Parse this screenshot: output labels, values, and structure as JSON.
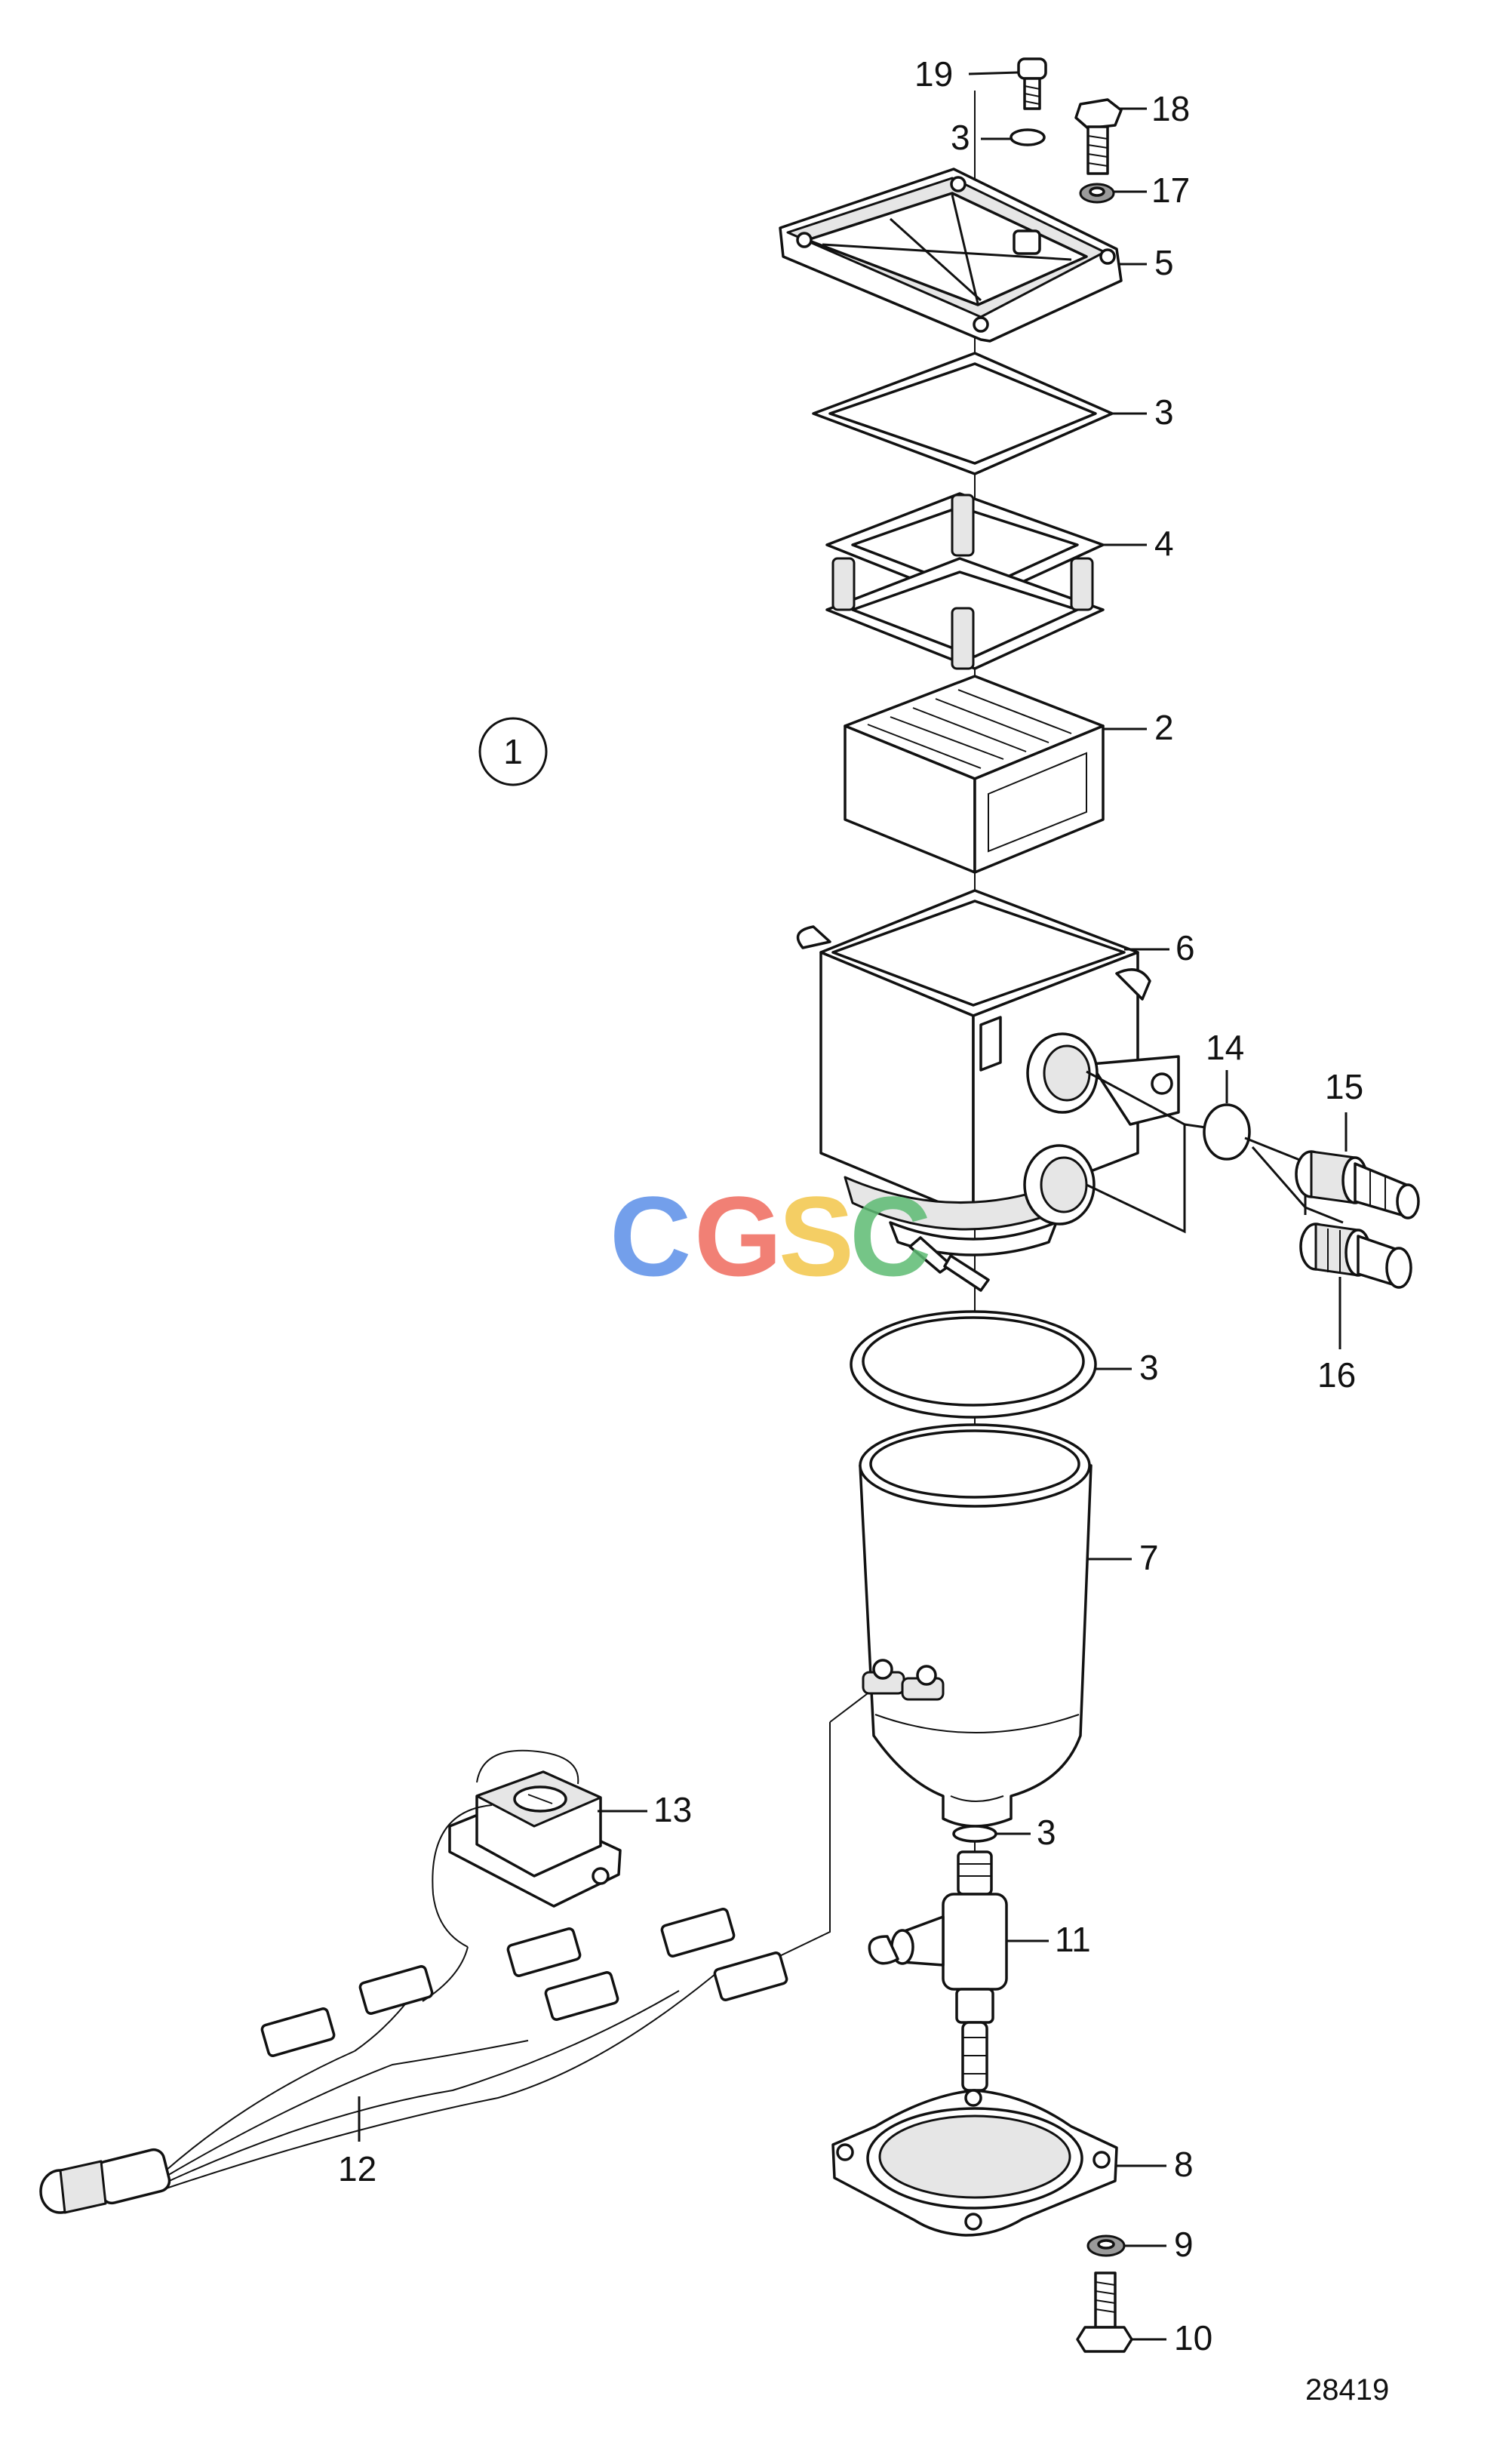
{
  "assembly_ref": "1",
  "drawing_number": "28419",
  "watermark": {
    "letters": [
      "C",
      "G",
      "S",
      "C"
    ],
    "colors": [
      "#5b8fe8",
      "#ef6a5e",
      "#f3c64a",
      "#5dbb73"
    ]
  },
  "callouts": {
    "c19": "19",
    "c3_top": "3",
    "c18": "18",
    "c17": "17",
    "c5": "5",
    "c3_gasket": "3",
    "c4": "4",
    "c2": "2",
    "c6": "6",
    "c14": "14",
    "c15": "15",
    "c16": "16",
    "c3_ring": "3",
    "c7": "7",
    "c13": "13",
    "c3_bottom": "3",
    "c11": "11",
    "c12": "12",
    "c8": "8",
    "c9": "9",
    "c10": "10"
  }
}
